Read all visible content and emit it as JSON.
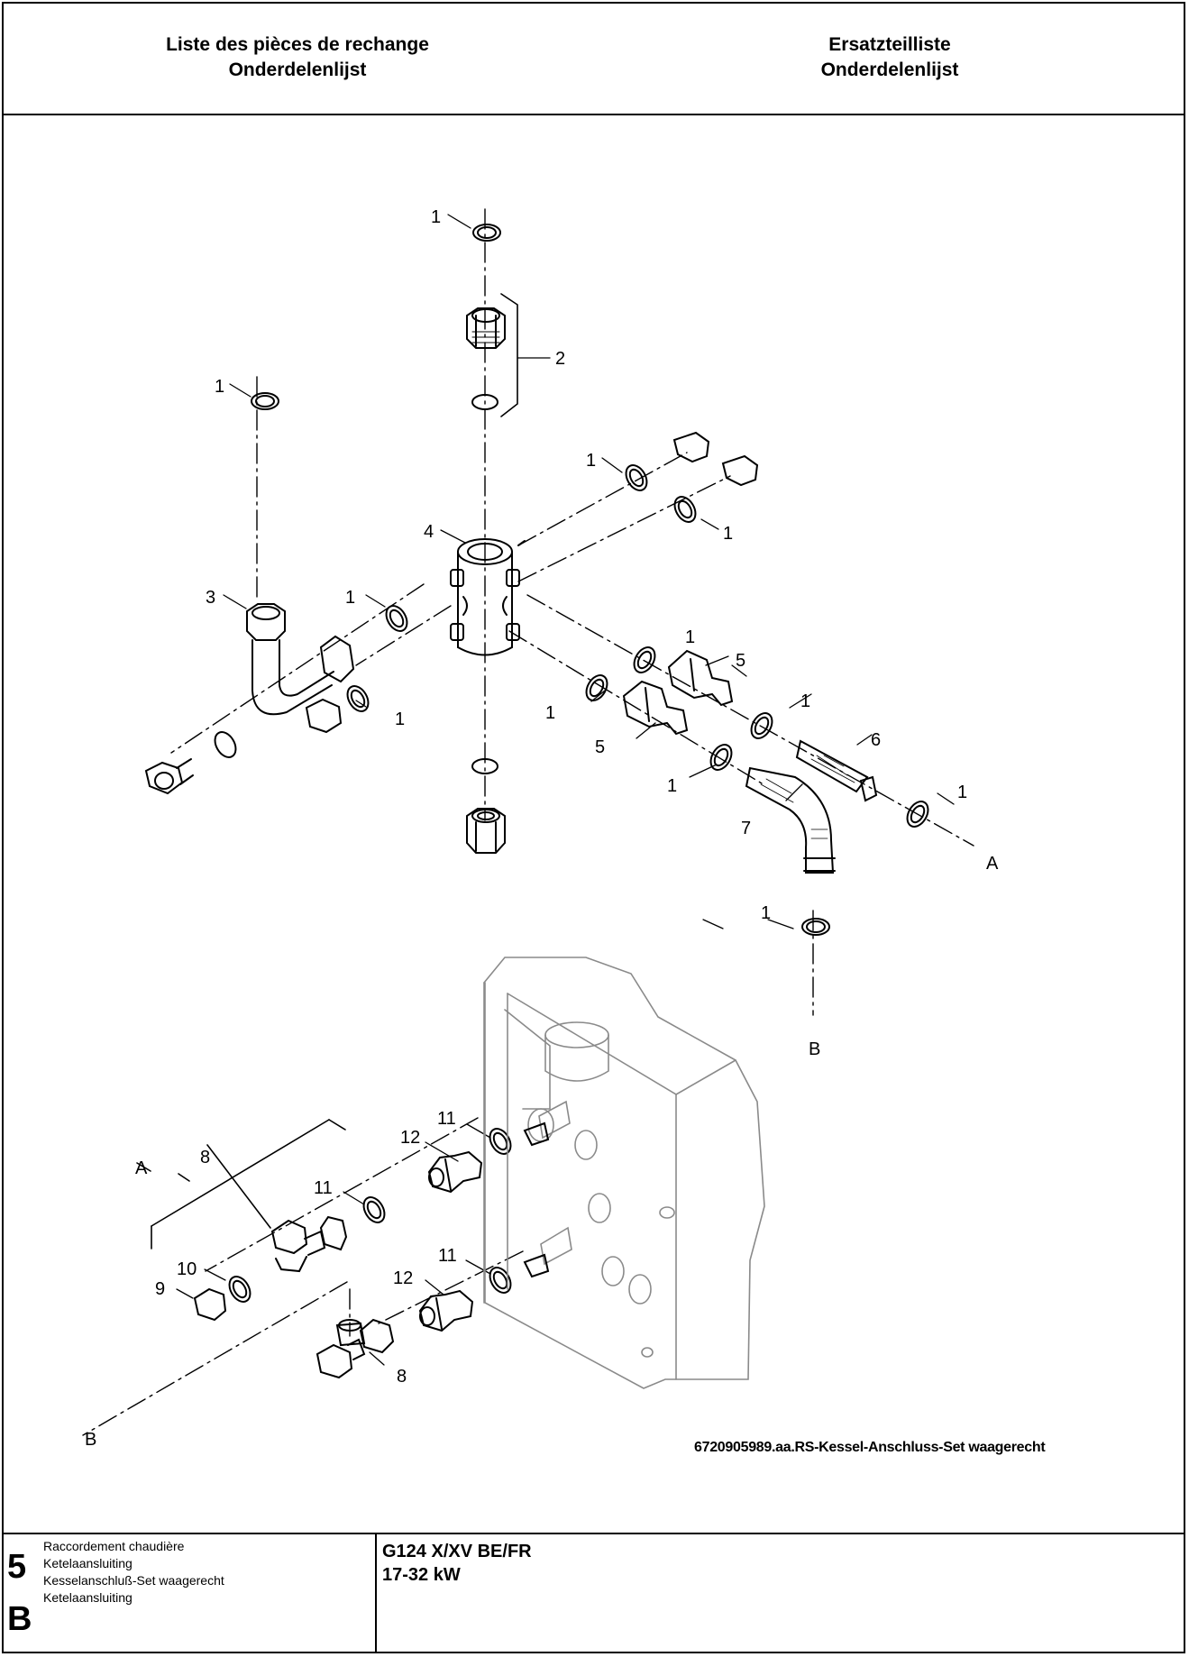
{
  "header": {
    "left": [
      "Liste des pièces de rechange",
      "Onderdelenlijst"
    ],
    "right": [
      "Ersatzteilliste",
      "Onderdelenlijst"
    ]
  },
  "callouts": {
    "one": "1",
    "two": "2",
    "three": "3",
    "four": "4",
    "five": "5",
    "six": "6",
    "seven": "7",
    "eight": "8",
    "nine": "9",
    "ten": "10",
    "eleven": "11",
    "twelve": "12",
    "ref_a": "A",
    "ref_b": "B"
  },
  "figure_ref": "6720905989.aa.RS-Kessel-Anschluss-Set waagerecht",
  "footer": {
    "section_number": "5",
    "section_letter": "B",
    "desc": [
      "Raccordement chaudière",
      "Ketelaansluiting",
      "Kesselanschluß-Set waagerecht",
      "Ketelaansluiting"
    ],
    "model": "G124 X/XV BE/FR",
    "power": "17-32 kW"
  }
}
